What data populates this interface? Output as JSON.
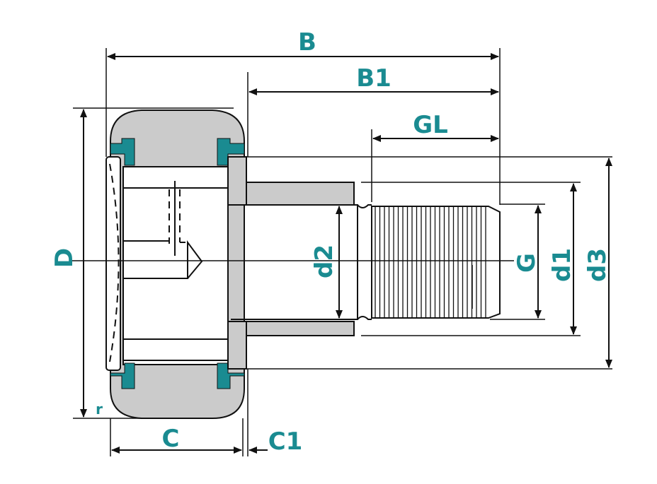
{
  "diagram": {
    "title": "Cam follower (stud type track roller) dimension drawing",
    "accent_color": "#1a8b91",
    "labels": {
      "B": "B",
      "B1": "B1",
      "GL": "GL",
      "D": "D",
      "d2": "d2",
      "G": "G",
      "d1": "d1",
      "d3": "d3",
      "C": "C",
      "C1": "C1",
      "r": "r"
    }
  }
}
